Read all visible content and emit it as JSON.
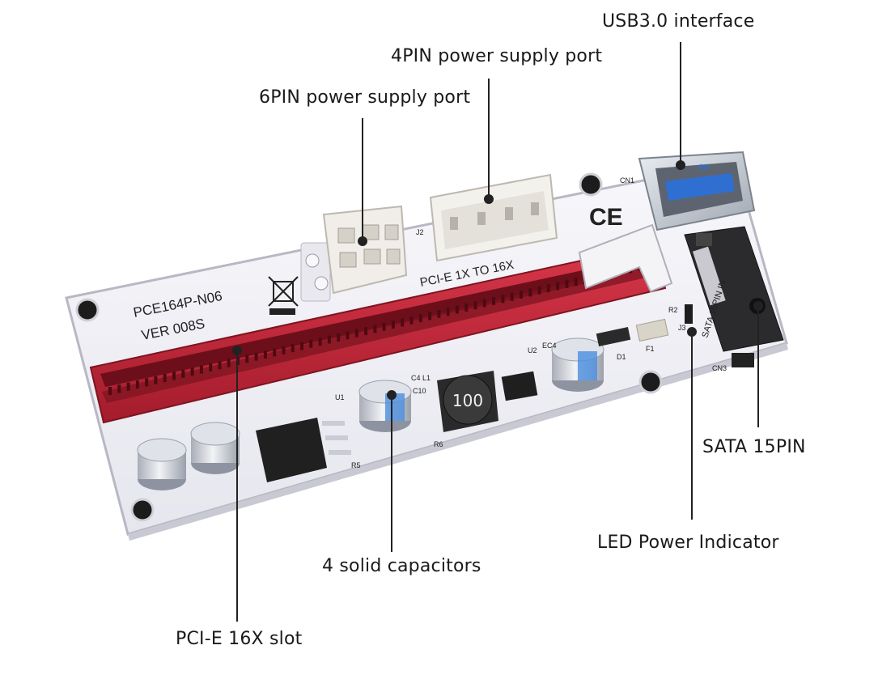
{
  "colors": {
    "background": "#ffffff",
    "board": "#f2f2f7",
    "board_edge": "#b8b8c4",
    "slot_red": "#c8283a",
    "slot_dark_red": "#7e1420",
    "leader_line": "#222222"
  },
  "board": {
    "model": "PCE164P-N06",
    "version": "VER 008S",
    "silk_title": "PCI-E 1X TO 16X",
    "silk_sata": "SATA 15PIN IN",
    "ce_mark": "CE",
    "inductor_label": "100",
    "refs": {
      "cn1": "CN1",
      "j2": "J2",
      "j3": "J3",
      "r2": "R2",
      "d1": "D1",
      "f1": "F1",
      "cn3": "CN3",
      "u1": "U1",
      "u2": "U2",
      "ec4": "EC4",
      "c4l1": "C4 L1",
      "c10": "C10",
      "r5": "R5",
      "r6": "R6"
    }
  },
  "callouts": {
    "usb": "USB3.0 interface",
    "pin4": "4PIN power supply port",
    "pin6": "6PIN power supply port",
    "sata": "SATA 15PIN",
    "led": "LED Power Indicator",
    "caps": "4 solid capacitors",
    "pcie": "PCI-E 16X slot"
  }
}
